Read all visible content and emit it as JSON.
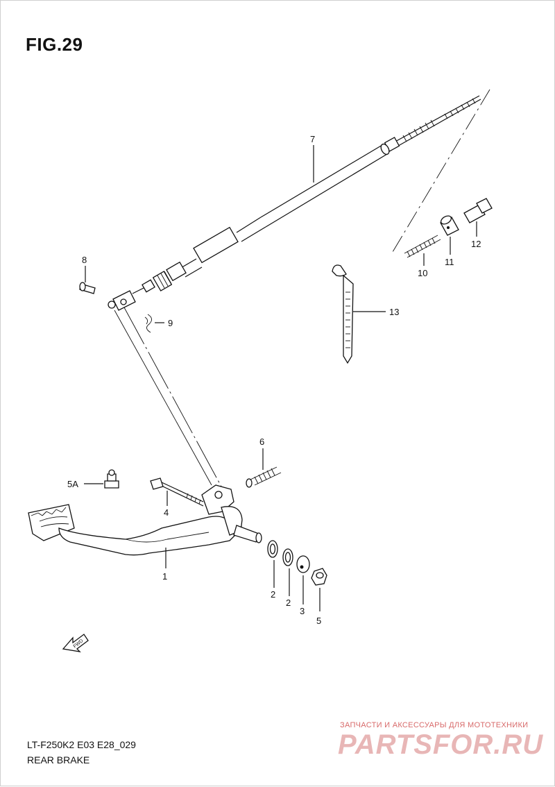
{
  "figure": {
    "title": "FIG.29",
    "code": "LT-F250K2 E03 E28_029",
    "subtitle": "REAR BRAKE"
  },
  "watermark": {
    "tagline": "ЗАПЧАСТИ И АКСЕССУАРЫ ДЛЯ МОТОТЕХНИКИ",
    "brand": "PARTSFOR.RU"
  },
  "fwd_label": "FWD",
  "callouts": {
    "c1": "1",
    "c2a": "2",
    "c2b": "2",
    "c3": "3",
    "c4": "4",
    "c5": "5",
    "c5a": "5A",
    "c6": "6",
    "c7": "7",
    "c8": "8",
    "c9": "9",
    "c10": "10",
    "c11": "11",
    "c12": "12",
    "c13": "13"
  }
}
